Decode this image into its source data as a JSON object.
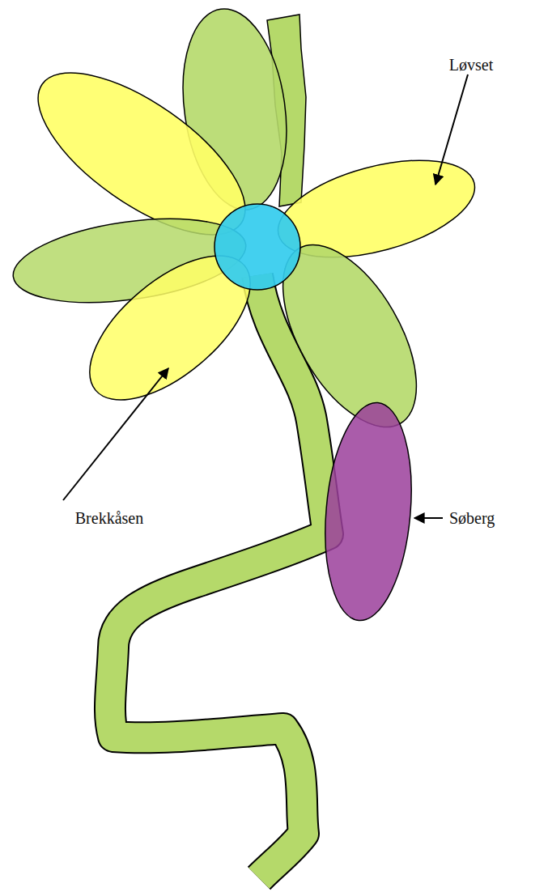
{
  "diagram": {
    "labels": [
      "Løvset",
      "Brekkåsen",
      "Søberg"
    ]
  }
}
